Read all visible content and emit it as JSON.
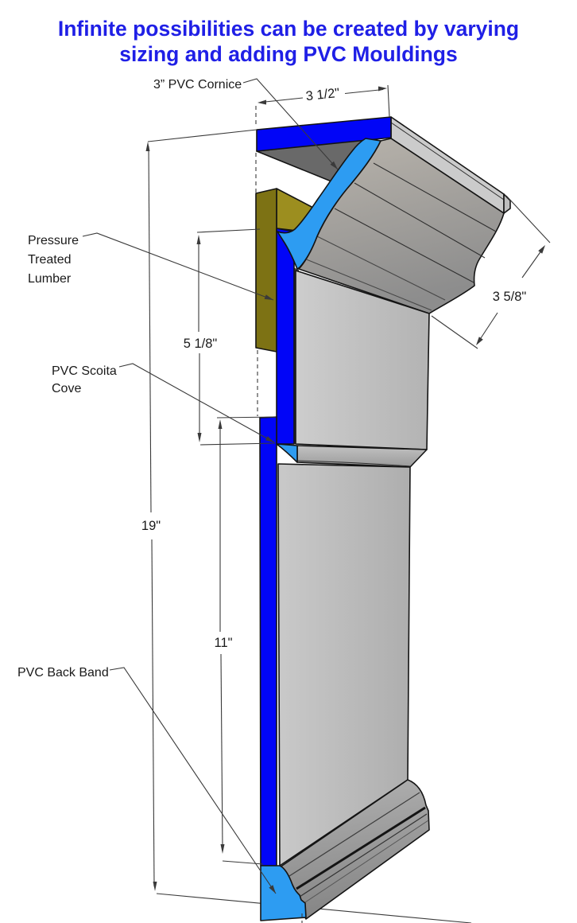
{
  "title": {
    "line1": "Infinite possibilities can be created by varying",
    "line2": "sizing and adding PVC Mouldings"
  },
  "labels": {
    "cornice": "3” PVC Cornice",
    "lumber_line1": "Pressure",
    "lumber_line2": "Treated",
    "lumber_line3": "Lumber",
    "scotia_line1": "PVC Scoita",
    "scotia_line2": "Cove",
    "backband": "PVC Back Band"
  },
  "dimensions": {
    "cornice_width": "3 1/2\"",
    "crown_projection": "3 5/8\"",
    "frieze_height": "5 1/8\"",
    "total_height": "19\"",
    "column_height": "11\""
  },
  "colors": {
    "title_blue": "#1f1fe6",
    "pvc_blue": "#0105f7",
    "pvc_cut_cyan": "#2d9cf2",
    "lumber_olive": "#7d7214",
    "lumber_olive_top": "#9c8e1f",
    "annotation_line": "#3a3a3a"
  }
}
